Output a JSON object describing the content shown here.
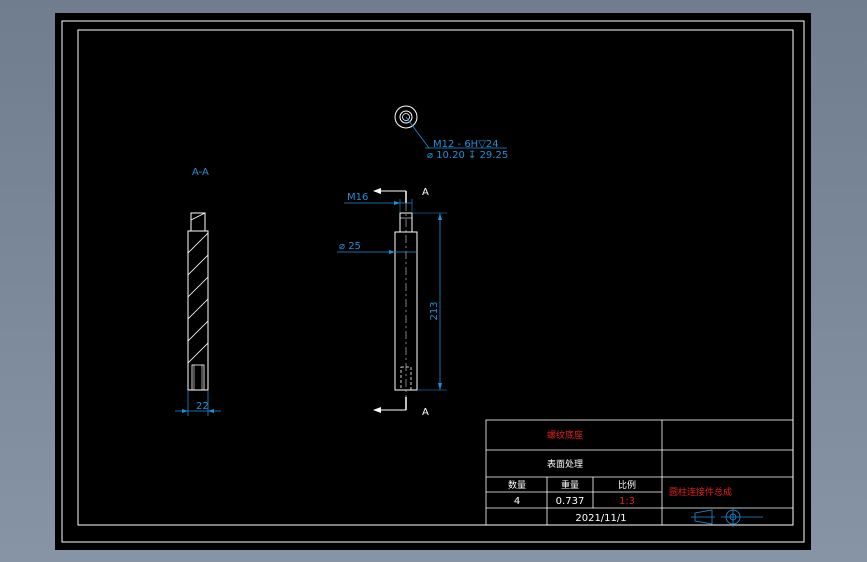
{
  "colors": {
    "background": "#000000",
    "outline": "#ffffff",
    "dimension": "#1f8fd6",
    "label_red": "#e02020",
    "desktop": "#7a889a"
  },
  "section_view": {
    "label": "A-A",
    "width_dim": "22"
  },
  "top_view": {
    "thread_note_1": "M12 - 6H▽24",
    "thread_note_2": "⌀ 10.20 ↧ 29.25"
  },
  "front_view": {
    "thread_dim": "M16",
    "diameter_dim": "⌀ 25",
    "length_dim": "213",
    "section_mark_top": "A",
    "section_mark_bottom": "A"
  },
  "title_block": {
    "part_name": "螺纹底座",
    "treatment": "表面处理",
    "headers": [
      "数量",
      "重量",
      "比例"
    ],
    "values": [
      "4",
      "0.737",
      "1:3"
    ],
    "drawing_title": "圆柱连接件总成",
    "date": "2021/11/1"
  },
  "symbols": {
    "projection": "third-angle-projection-icon"
  }
}
